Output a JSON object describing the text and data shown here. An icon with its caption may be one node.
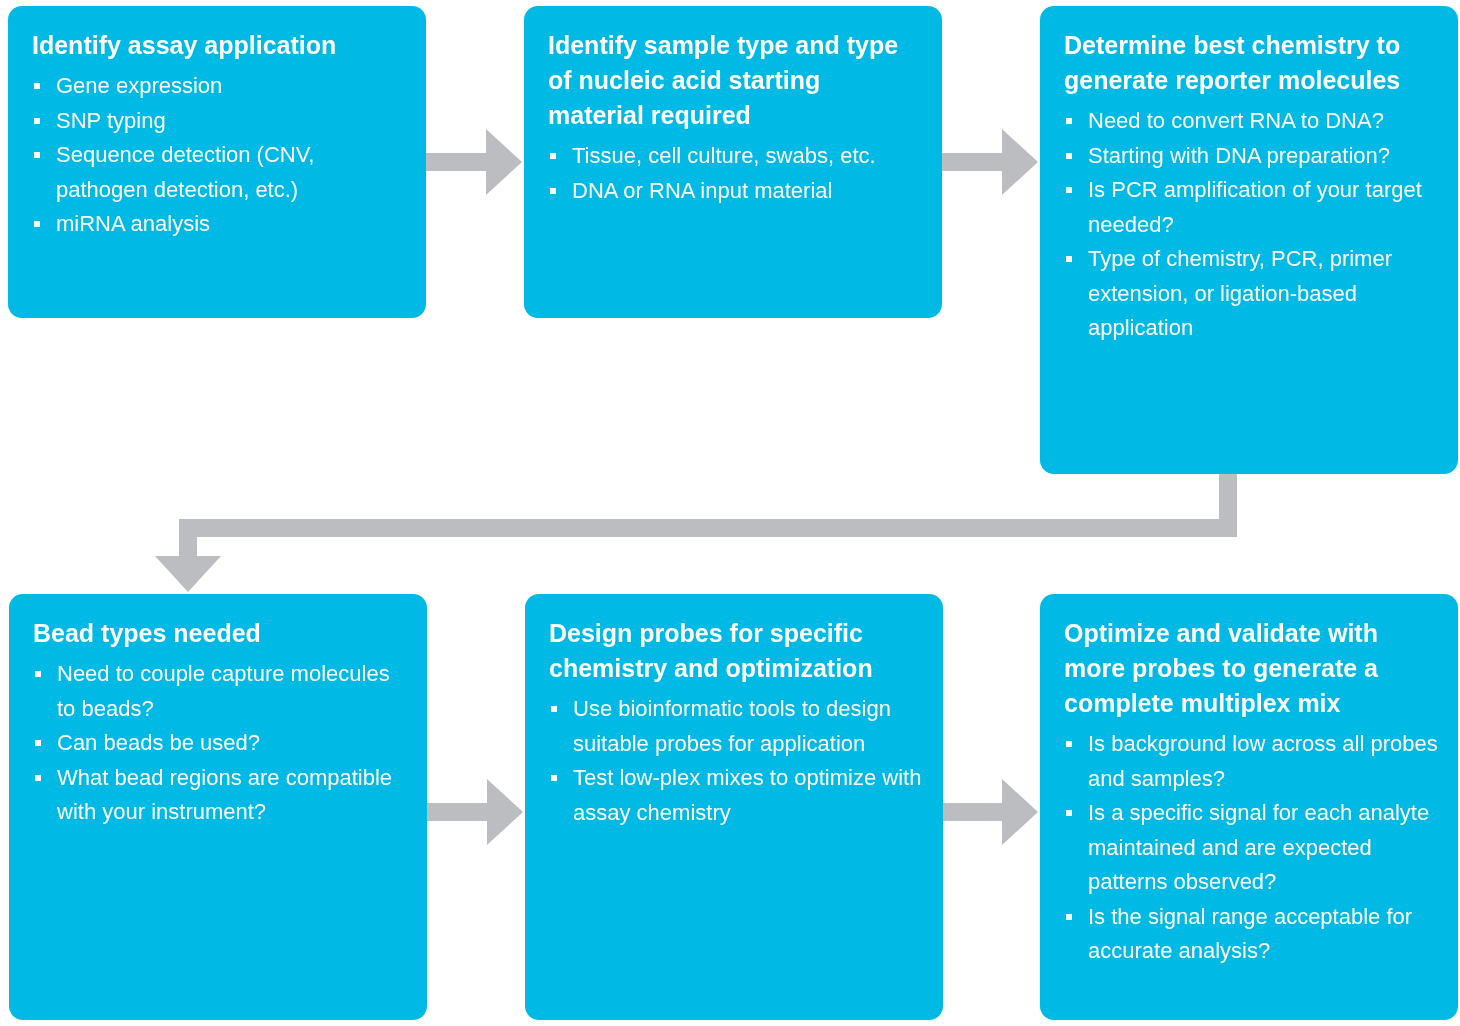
{
  "diagram": {
    "nodes": [
      {
        "text": [
          "Identify assay application",
          "Gene expression",
          "SNP typing",
          "Sequence detection (CNV, pathogen detection, etc.)",
          "miRNA analysis"
        ]
      },
      {
        "text": [
          "Identify sample type and type of nucleic acid starting material required",
          "Tissue, cell culture, swabs, etc.",
          "DNA or RNA input material"
        ]
      },
      {
        "text": [
          "Determine best chemistry to generate reporter molecules",
          "Need to convert RNA to DNA?",
          "Starting with DNA preparation?",
          "Is PCR amplification of your target needed?",
          "Type of chemistry, PCR, primer extension, or ligation-based application"
        ]
      },
      {
        "text": [
          "Bead types needed",
          "Need to couple capture molecules to beads?",
          "Can beads be used?",
          "What bead regions are compatible with your instrument?"
        ]
      },
      {
        "text": [
          "Design probes for specific chemistry and optimization",
          "Use bioinformatic tools to design suitable probes for application",
          "Test low-plex mixes to optimize with assay chemistry"
        ]
      },
      {
        "text": [
          "Optimize and validate with more probes to generate a complete multiplex mix",
          "Is background low across all probes and samples?",
          "Is a specific signal for each analyte maintained and are expected patterns observed?",
          "Is the signal range acceptable for accurate analysis?"
        ]
      }
    ],
    "edges": [
      {
        "from": 0,
        "to": 1,
        "arrow": "to"
      },
      {
        "from": 1,
        "to": 2,
        "arrow": "to"
      },
      {
        "from": 2,
        "to": 3,
        "arrow": "to"
      },
      {
        "from": 3,
        "to": 4,
        "arrow": "to"
      },
      {
        "from": 4,
        "to": 5,
        "arrow": "to"
      }
    ]
  }
}
